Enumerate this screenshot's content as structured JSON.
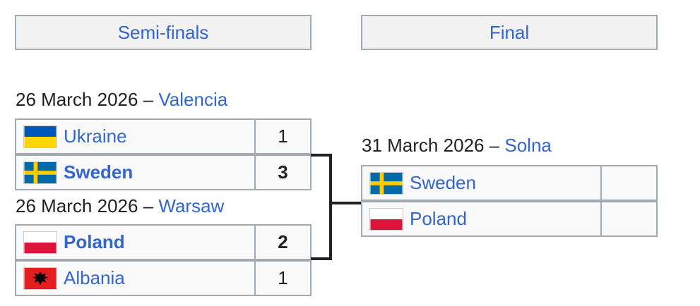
{
  "rounds": {
    "semifinals_label": "Semi-finals",
    "final_label": "Final"
  },
  "semifinal_1": {
    "date": "26 March 2026",
    "separator": " – ",
    "venue": "Valencia",
    "team_a": {
      "name": "Ukraine",
      "score": "1",
      "flag": "ukraine-flag-icon"
    },
    "team_b": {
      "name": "Sweden",
      "score": "3",
      "flag": "sweden-flag-icon"
    }
  },
  "semifinal_2": {
    "date": "26 March 2026",
    "separator": " – ",
    "venue": "Warsaw",
    "team_a": {
      "name": "Poland",
      "score": "2",
      "flag": "poland-flag-icon"
    },
    "team_b": {
      "name": "Albania",
      "score": "1",
      "flag": "albania-flag-icon"
    }
  },
  "final": {
    "date": "31 March 2026",
    "separator": " – ",
    "venue": "Solna",
    "team_a": {
      "name": "Sweden",
      "score": "",
      "flag": "sweden-flag-icon"
    },
    "team_b": {
      "name": "Poland",
      "score": "",
      "flag": "poland-flag-icon"
    }
  },
  "colors": {
    "link": "#3366cc",
    "header_bg": "#f2f2f2",
    "cell_bg": "#f9f9f9",
    "border": "#a2a9b1",
    "bracket_line": "#202122"
  }
}
